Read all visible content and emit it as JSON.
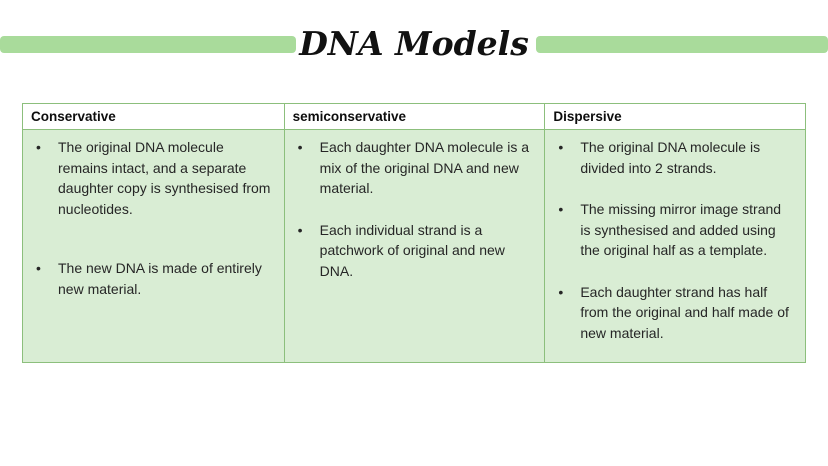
{
  "title": "DNA Models",
  "accent": {
    "bar_color": "#a9db9b",
    "border_color": "#8cbf7c",
    "cell_background": "#d9edd4",
    "body_text_color": "#262626"
  },
  "table": {
    "columns": [
      {
        "header": "Conservative",
        "bullets": [
          "The original DNA molecule remains intact, and a separate daughter copy is synthesised from nucleotides.",
          "The new DNA is made of entirely new material."
        ]
      },
      {
        "header": "semiconservative",
        "bullets": [
          "Each daughter DNA molecule is a mix of the original DNA and new material.",
          "Each individual strand is a patchwork of original and new DNA."
        ]
      },
      {
        "header": "Dispersive",
        "bullets": [
          "The original DNA molecule is divided into 2 strands.",
          "The missing mirror image strand is synthesised and added using the original half as a template.",
          "Each daughter strand has half from the original and half made of new material."
        ]
      }
    ]
  }
}
